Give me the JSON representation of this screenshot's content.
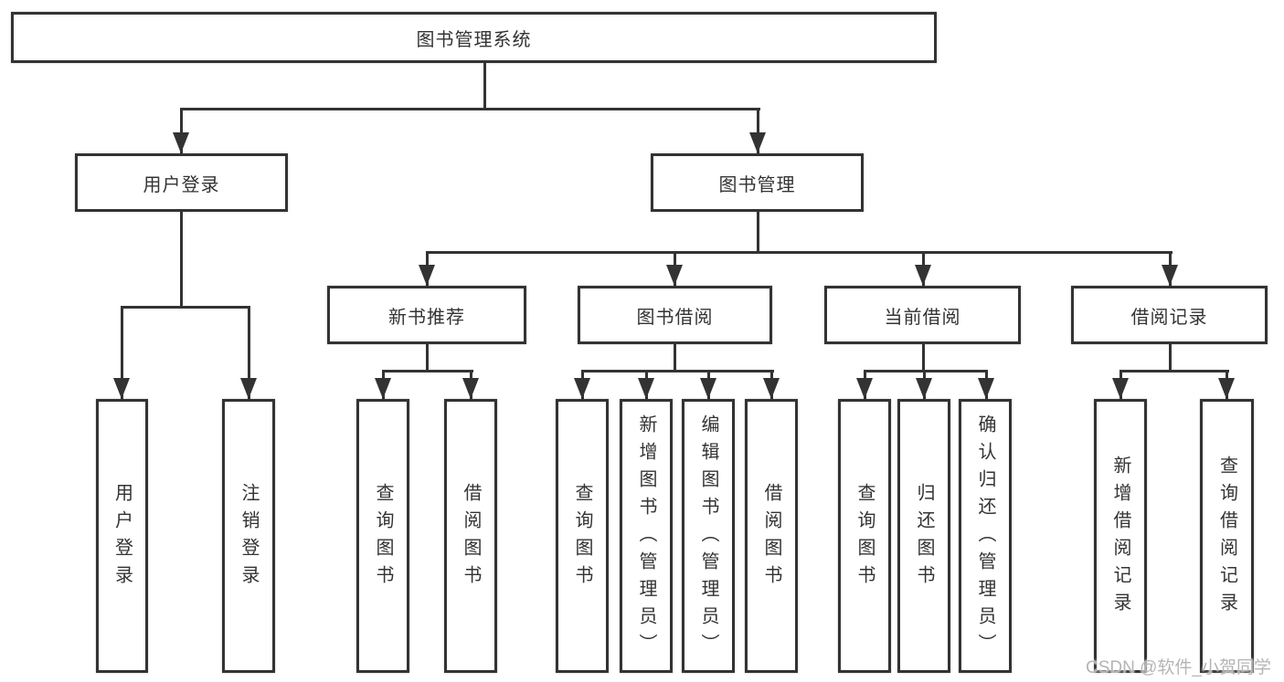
{
  "diagram": {
    "root": {
      "label": "图书管理系统"
    },
    "branches": [
      {
        "label": "用户登录",
        "children": [
          {
            "label": "用户登录"
          },
          {
            "label": "注销登录"
          }
        ]
      },
      {
        "label": "图书管理",
        "children": [
          {
            "label": "新书推荐",
            "children": [
              {
                "label": "查询图书"
              },
              {
                "label": "借阅图书"
              }
            ]
          },
          {
            "label": "图书借阅",
            "children": [
              {
                "label": "查询图书"
              },
              {
                "label": "新增图书（管理员）"
              },
              {
                "label": "编辑图书（管理员）"
              },
              {
                "label": "借阅图书"
              }
            ]
          },
          {
            "label": "当前借阅",
            "children": [
              {
                "label": "查询图书"
              },
              {
                "label": "归还图书"
              },
              {
                "label": "确认归还（管理员）"
              }
            ]
          },
          {
            "label": "借阅记录",
            "children": [
              {
                "label": "新增借阅记录"
              },
              {
                "label": "查询借阅记录"
              }
            ]
          }
        ]
      }
    ]
  },
  "colors": {
    "line": "#333333",
    "text": "#333333",
    "background": "#ffffff",
    "watermark": "#b5b5b5"
  },
  "watermark": {
    "text": "CSDN @软件_小贺同学"
  }
}
